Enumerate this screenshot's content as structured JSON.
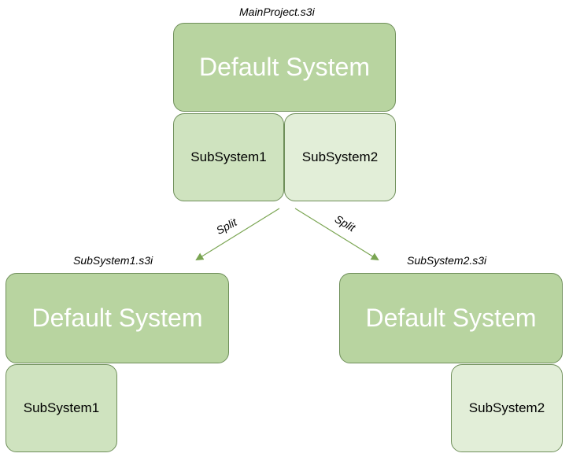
{
  "colors": {
    "system_fill": "#b8d4a0",
    "subsystem1_fill": "#cfe3bf",
    "subsystem2_fill": "#e2eed8",
    "border": "#6f8f5a",
    "arrow": "#7aa552"
  },
  "main": {
    "file_label": "MainProject.s3i",
    "system_label": "Default System",
    "sub1_label": "SubSystem1",
    "sub2_label": "SubSystem2"
  },
  "left": {
    "file_label": "SubSystem1.s3i",
    "system_label": "Default System",
    "sub_label": "SubSystem1"
  },
  "right": {
    "file_label": "SubSystem2.s3i",
    "system_label": "Default System",
    "sub_label": "SubSystem2"
  },
  "arrows": {
    "left_label": "Split",
    "right_label": "Split"
  }
}
